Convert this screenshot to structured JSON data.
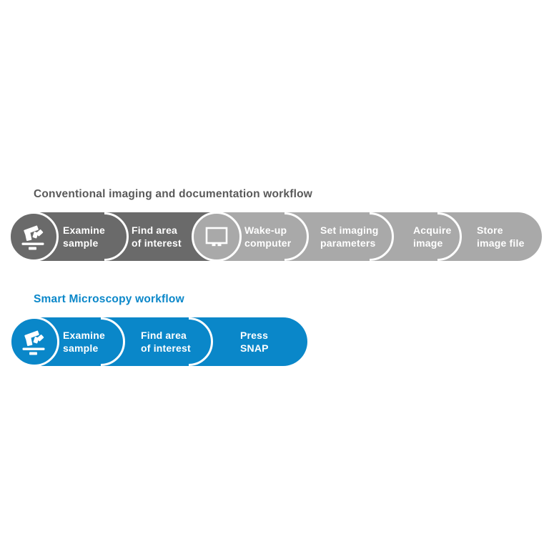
{
  "page": {
    "background": "#ffffff"
  },
  "conventional": {
    "title": "Conventional imaging and documentation workflow",
    "colors": {
      "title": "#595959",
      "dark_segment": "#6a6a6a",
      "light_segment": "#a9a9a9",
      "label_text": "#ffffff",
      "separator": "#ffffff"
    },
    "start_icon": "microscope-icon",
    "middle_icon": "computer-icon",
    "steps": [
      {
        "label": "Examine\nsample"
      },
      {
        "label": "Find area\nof interest"
      },
      {
        "label": "Wake-up\ncomputer"
      },
      {
        "label": "Set imaging\nparameters"
      },
      {
        "label": "Acquire\nimage"
      },
      {
        "label": "Store\nimage file"
      }
    ]
  },
  "smart": {
    "title": "Smart Microscopy workflow",
    "colors": {
      "title": "#0a87c9",
      "bar": "#0a87c9",
      "label_text": "#ffffff",
      "separator": "#ffffff"
    },
    "start_icon": "microscope-icon",
    "steps": [
      {
        "label": "Examine\nsample"
      },
      {
        "label": "Find area\nof interest"
      },
      {
        "label": "Press\nSNAP"
      }
    ]
  }
}
